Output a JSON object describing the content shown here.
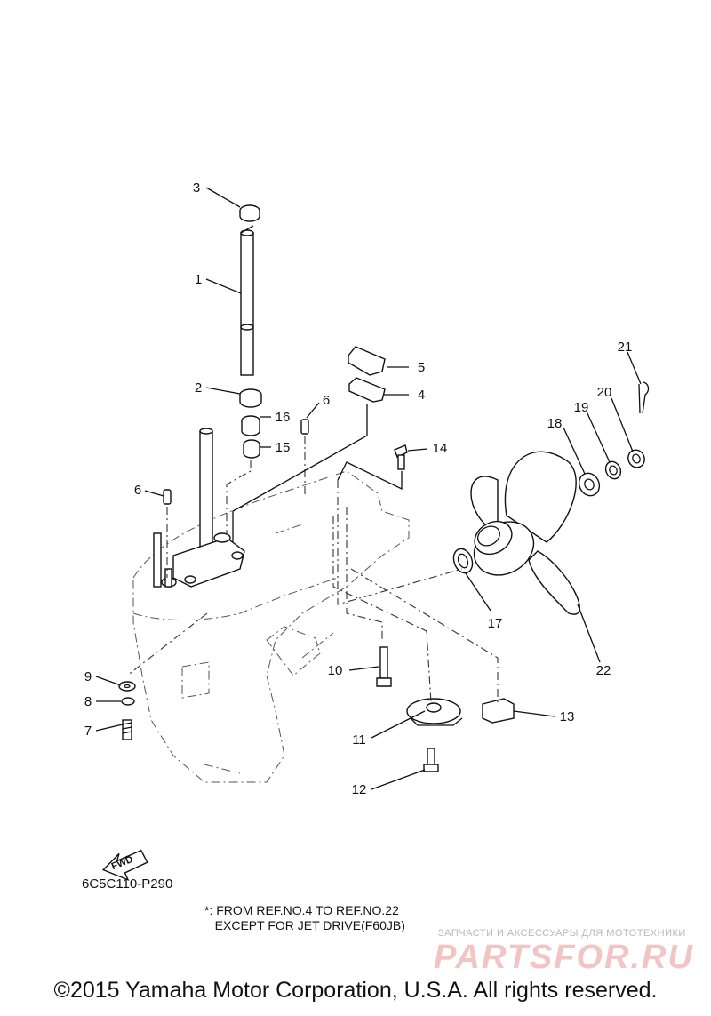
{
  "callouts": [
    "1",
    "2",
    "3",
    "4",
    "5",
    "6",
    "6",
    "7",
    "8",
    "9",
    "10",
    "11",
    "12",
    "13",
    "14",
    "15",
    "16",
    "17",
    "18",
    "19",
    "20",
    "21",
    "22"
  ],
  "fwd_label": "FWD",
  "diagram_code": "6C5C110-P290",
  "footnote": {
    "line1": "*: FROM REF.NO.4 TO REF.NO.22",
    "line2": "   EXCEPT FOR JET DRIVE(F60JB)"
  },
  "watermark": {
    "tagline": "ЗАПЧАСТИ И АКСЕССУАРЫ ДЛЯ МОТОТЕХНИКИ",
    "brand": "PARTSFOR.RU"
  },
  "copyright": "©2015 Yamaha Motor Corporation, U.S.A. All rights reserved.",
  "colors": {
    "ink": "#111111",
    "watermark": "#f2c4c4"
  }
}
